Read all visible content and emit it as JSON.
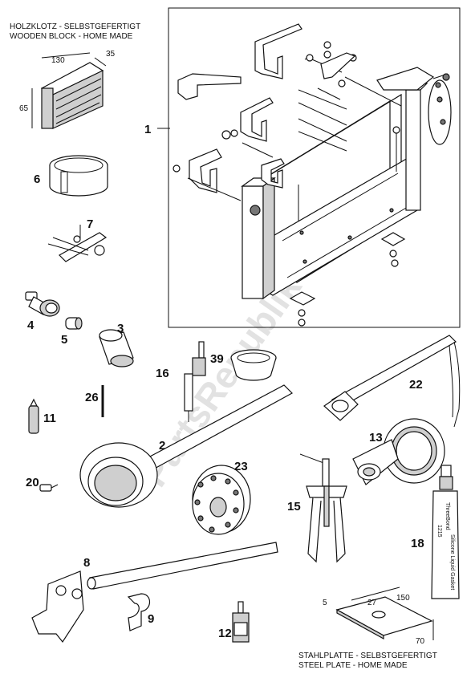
{
  "watermark": "PartsRepublik",
  "notes": {
    "wood_de": "HOLZKLOTZ - SELBSTGEFERTIGT",
    "wood_en": "WOODEN BLOCK - HOME MADE",
    "plate_de": "STAHLPLATTE - SELBSTGEFERTIGT",
    "plate_en": "STEEL PLATE - HOME MADE"
  },
  "dims": {
    "wood_len": "130",
    "wood_depth": "35",
    "wood_height": "65",
    "plate_thick": "5",
    "plate_hole": "27",
    "plate_len": "150",
    "plate_width": "70"
  },
  "tube_text": {
    "brand": "ThreeBond",
    "code": "1215",
    "side": "Silicone Liquid Gasket"
  },
  "labels": {
    "p1": "1",
    "p2": "2",
    "p3": "3",
    "p4": "4",
    "p5": "5",
    "p6": "6",
    "p7": "7",
    "p8": "8",
    "p9": "9",
    "p11": "11",
    "p12": "12",
    "p13": "13",
    "p15": "15",
    "p16": "16",
    "p18": "18",
    "p20": "20",
    "p22": "22",
    "p23": "23",
    "p26": "26",
    "p39": "39"
  }
}
